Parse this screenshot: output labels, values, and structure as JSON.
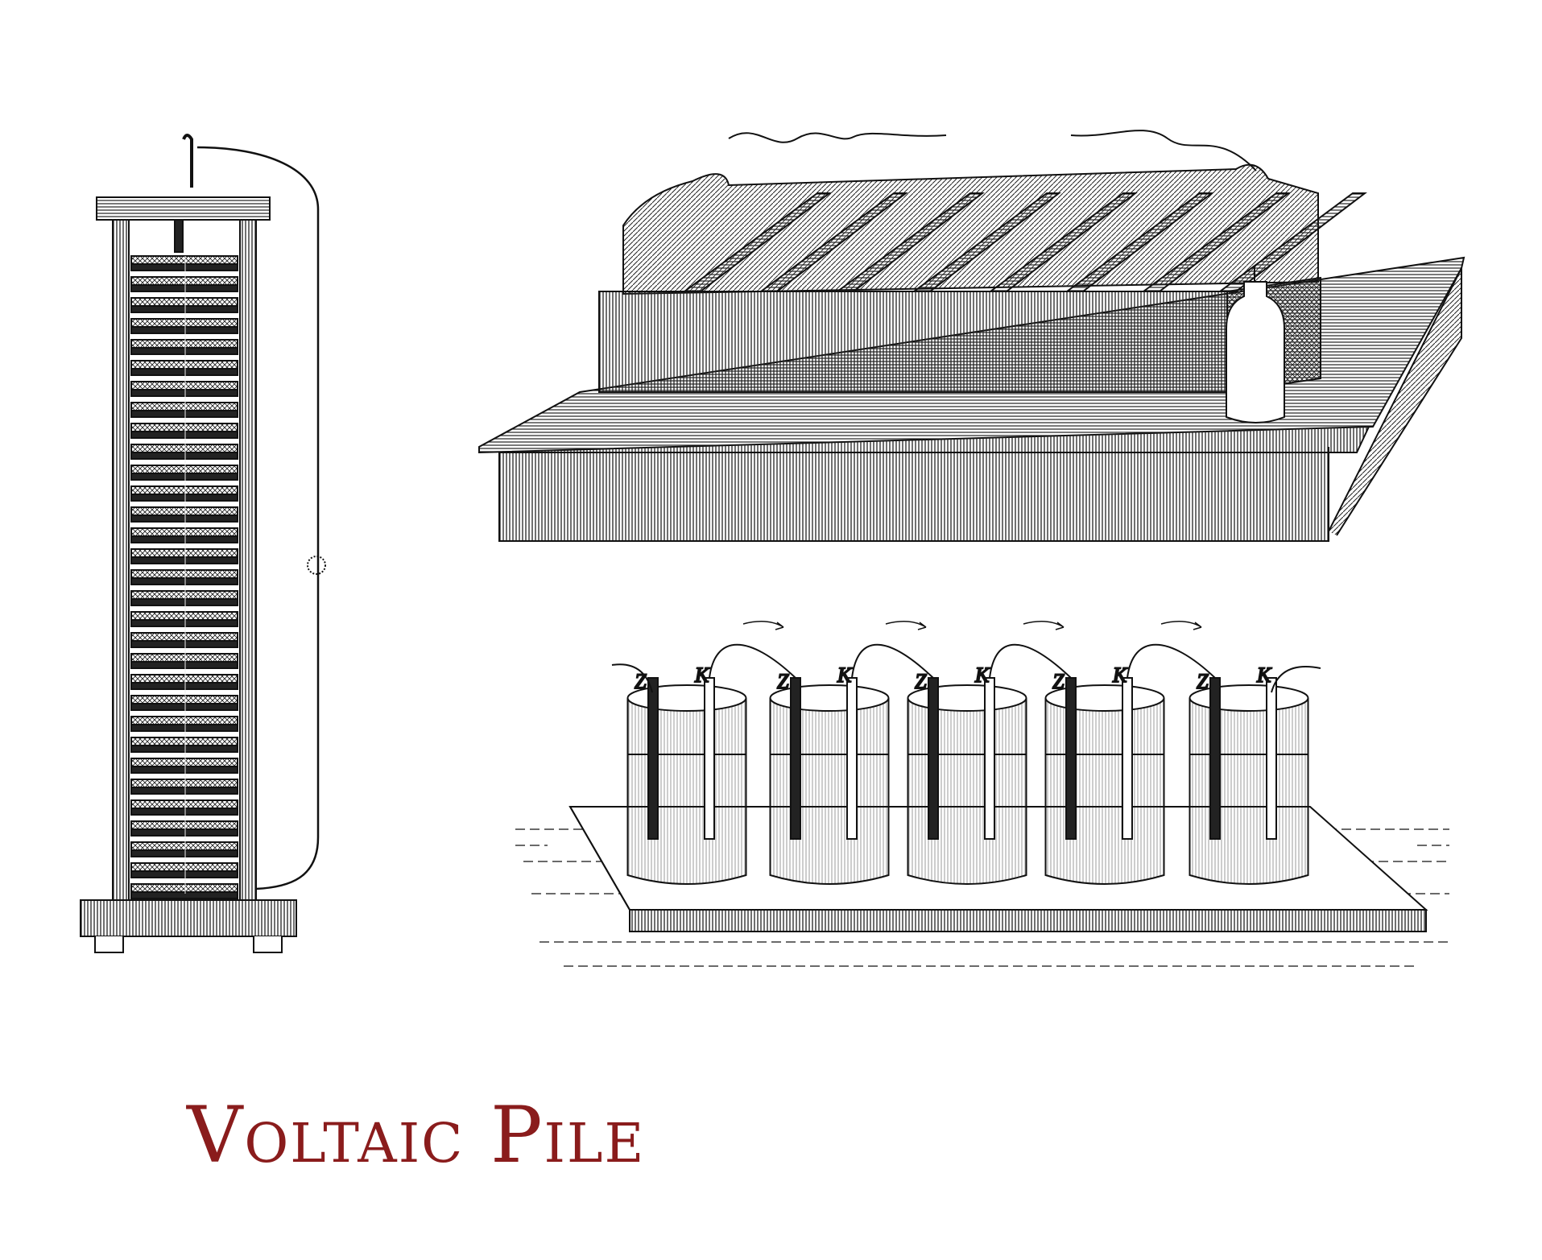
{
  "title": "Voltaic Pile",
  "cells": [
    {
      "zinc_label": "Z",
      "copper_label": "K"
    },
    {
      "zinc_label": "Z",
      "copper_label": "K"
    },
    {
      "zinc_label": "Z",
      "copper_label": "K"
    },
    {
      "zinc_label": "Z",
      "copper_label": "K"
    },
    {
      "zinc_label": "Z",
      "copper_label": "K"
    }
  ],
  "colors": {
    "ink": "#1a1a1a",
    "title": "#8a1c1c",
    "paper": "#ffffff"
  }
}
